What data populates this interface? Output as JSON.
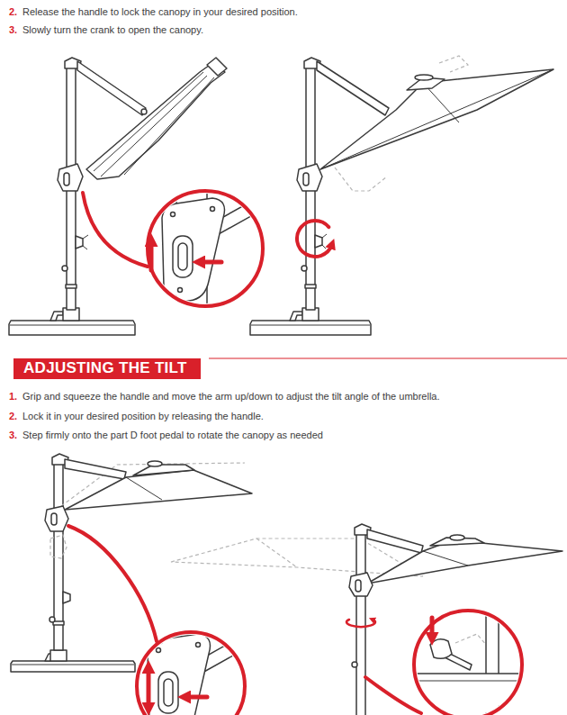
{
  "diagram": {
    "nodes": [
      {
        "text": [
          "ADJUSTING THE TILT"
        ]
      }
    ],
    "labels": [
      "2.",
      "Release the handle to lock the canopy in your desired position.",
      "3.",
      "Slowly turn the crank to open the canopy.",
      "1.",
      "Grip and squeeze the handle and move the arm up/down to adjust the tilt angle of the umbrella.",
      "2.",
      "Lock it in your desired position by releasing the handle.",
      "3.",
      "Step firmly onto the part D foot pedal to rotate the canopy as needed"
    ]
  }
}
